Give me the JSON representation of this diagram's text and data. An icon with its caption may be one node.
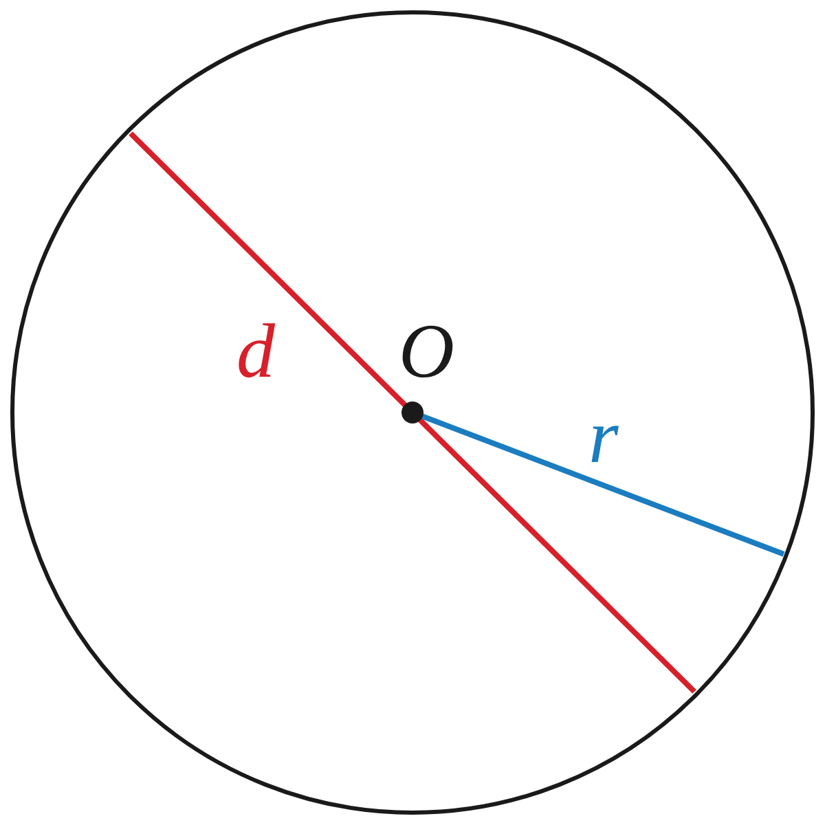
{
  "diagram": {
    "labels": [
      "d",
      "O",
      "r"
    ]
  }
}
